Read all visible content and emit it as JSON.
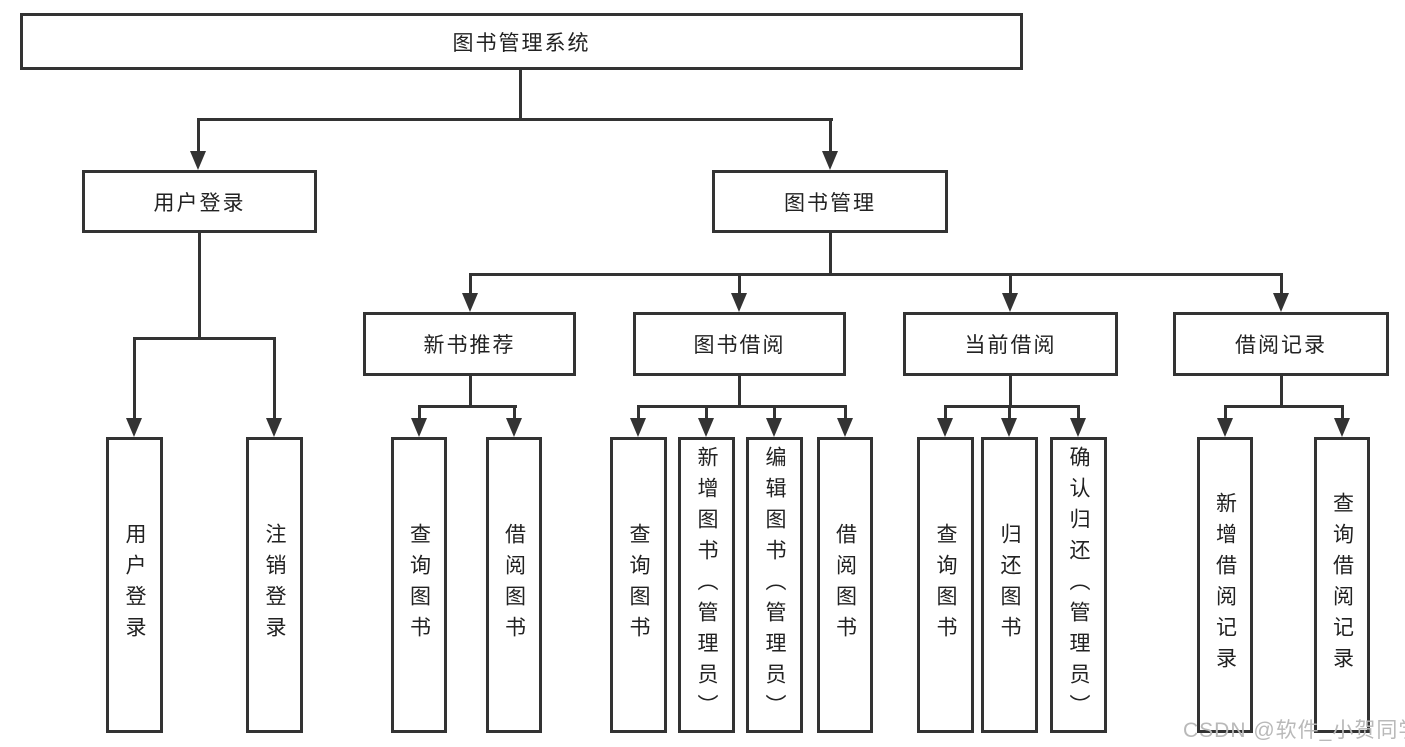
{
  "diagram": {
    "title": "图书管理系统",
    "root": {
      "label": "图书管理系统"
    },
    "level2": [
      {
        "label": "用户登录"
      },
      {
        "label": "图书管理"
      }
    ],
    "level3": [
      {
        "label": "新书推荐"
      },
      {
        "label": "图书借阅"
      },
      {
        "label": "当前借阅"
      },
      {
        "label": "借阅记录"
      }
    ],
    "leaves": [
      {
        "label": "用户登录",
        "parent": "用户登录"
      },
      {
        "label": "注销登录",
        "parent": "用户登录"
      },
      {
        "label": "查询图书",
        "parent": "新书推荐"
      },
      {
        "label": "借阅图书",
        "parent": "新书推荐"
      },
      {
        "label": "查询图书",
        "parent": "图书借阅"
      },
      {
        "label": "新增图书（管理员）",
        "parent": "图书借阅"
      },
      {
        "label": "编辑图书（管理员）",
        "parent": "图书借阅"
      },
      {
        "label": "借阅图书",
        "parent": "图书借阅"
      },
      {
        "label": "查询图书",
        "parent": "当前借阅"
      },
      {
        "label": "归还图书",
        "parent": "当前借阅"
      },
      {
        "label": "确认归还（管理员）",
        "parent": "当前借阅"
      },
      {
        "label": "新增借阅记录",
        "parent": "借阅记录"
      },
      {
        "label": "查询借阅记录",
        "parent": "借阅记录"
      }
    ],
    "watermark": "CSDN @软件_小贺同学",
    "colors": {
      "line": "#333333",
      "text": "#222222",
      "background": "#ffffff",
      "watermark": "#b9b9b9"
    }
  }
}
